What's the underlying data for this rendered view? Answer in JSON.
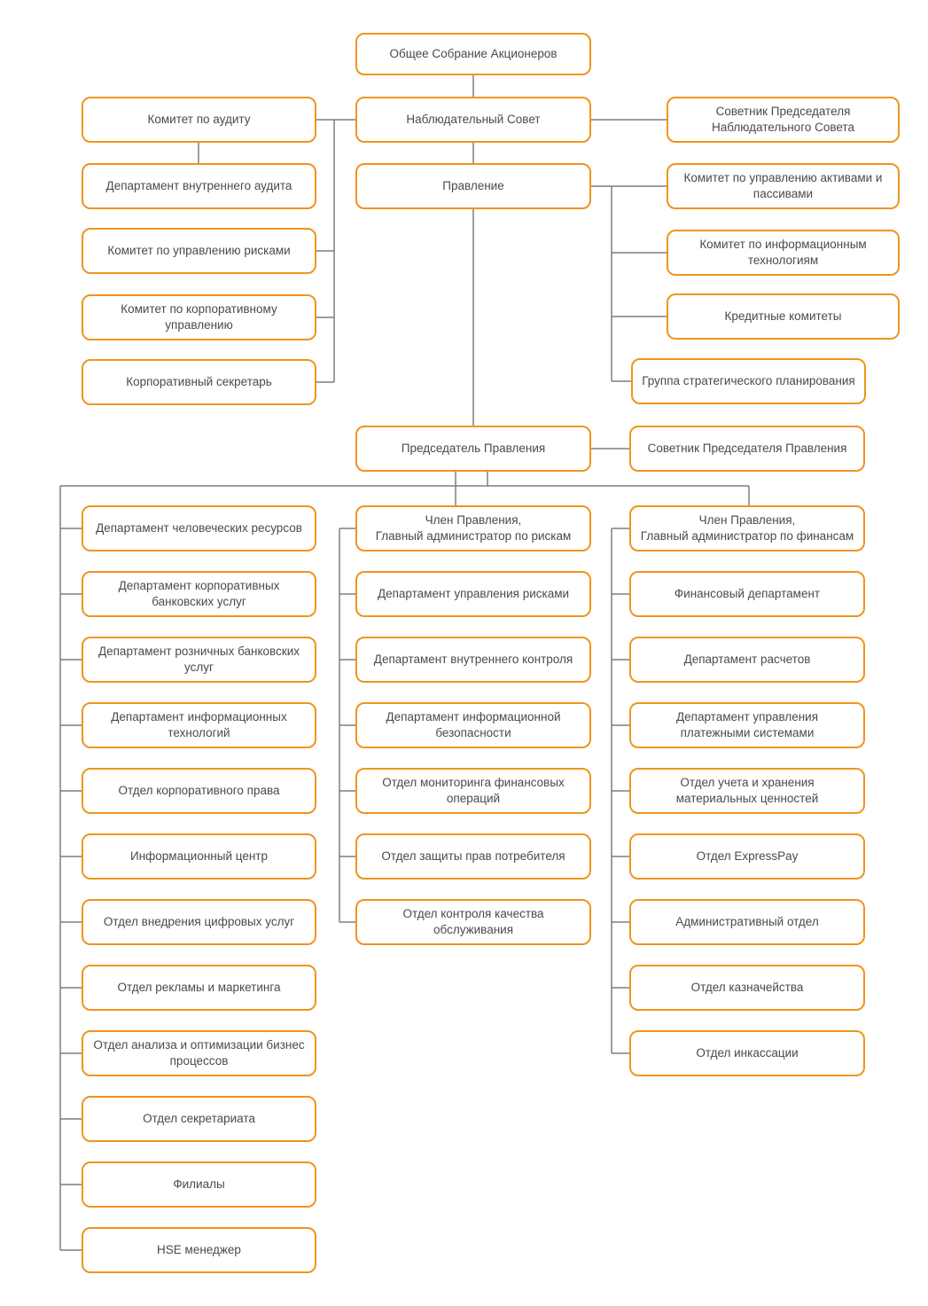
{
  "org": {
    "root": "Общее Собрание Акционеров",
    "supervisory_board": "Наблюдательный Совет",
    "management_board": "Правление",
    "chairman": "Председатель Правления",
    "chairman_advisor": "Советник Председателя Правления",
    "sb_advisor": "Советник Председателя Наблюдательного Совета",
    "supervisory_left": [
      "Комитет по аудиту",
      "Департамент внутреннего аудита",
      "Комитет по управлению рисками",
      "Комитет по корпоративному управлению",
      "Корпоративный секретарь"
    ],
    "management_committees": [
      "Комитет по управлению активами и пассивами",
      "Комитет по информационным технологиям",
      "Кредитные комитеты",
      "Группа стратегического планирования"
    ],
    "left_column": [
      "Департамент человеческих ресурсов",
      "Департамент корпоративных банковских услуг",
      "Департамент розничных банковских услуг",
      "Департамент информационных технологий",
      "Отдел корпоративного права",
      "Информационный центр",
      "Отдел внедрения цифровых услуг",
      "Отдел рекламы и маркетинга",
      "Отдел анализа и оптимизации бизнес процессов",
      "Отдел секретариата",
      "Филиалы",
      "HSE менеджер"
    ],
    "middle_column": [
      "Член Правления,\nГлавный администратор по рискам",
      "Департамент управления рисками",
      "Департамент внутреннего контроля",
      "Департамент информационной безопасности",
      "Отдел мониторинга финансовых операций",
      "Отдел защиты прав потребителя",
      "Отдел контроля качества обслуживания"
    ],
    "right_column": [
      "Член Правления,\nГлавный администратор по финансам",
      "Финансовый департамент",
      "Департамент расчетов",
      "Департамент управления платежными системами",
      "Отдел учета и хранения материальных ценностей",
      "Отдел ExpressPay",
      "Административный отдел",
      "Отдел казначейства",
      "Отдел инкассации"
    ],
    "colors": {
      "node_border": "#f0941e",
      "node_text": "#4a4a4a",
      "connector": "#7f7f7f"
    }
  }
}
